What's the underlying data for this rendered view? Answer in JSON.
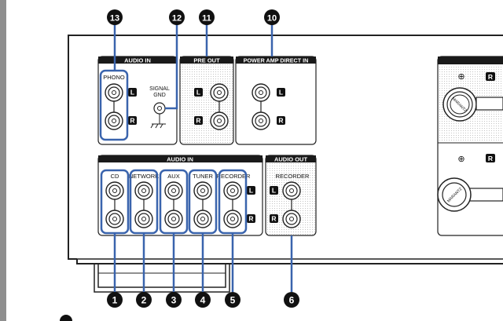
{
  "callouts": {
    "c1": "1",
    "c2": "2",
    "c3": "3",
    "c4": "4",
    "c5": "5",
    "c6": "6",
    "c10": "10",
    "c11": "11",
    "c12": "12",
    "c13": "13"
  },
  "sections": {
    "audio_in_phono_header": "AUDIO IN",
    "pre_out_header": "PRE OUT",
    "power_amp_header": "POWER AMP DIRECT IN",
    "audio_in_lower_header": "AUDIO IN",
    "audio_out_header": "AUDIO OUT"
  },
  "labels": {
    "phono": "PHONO",
    "signal_gnd_1": "SIGNAL",
    "signal_gnd_2": "GND",
    "cd": "CD",
    "network": "NETWORK",
    "aux": "AUX",
    "tuner": "TUNER",
    "recorder_in": "RECORDER",
    "recorder_out": "RECORDER",
    "left": "L",
    "right": "R",
    "plus": "⊕",
    "speaker_r": "R",
    "brand": "MARANTZ"
  },
  "colors": {
    "callout_blue": "#3a64ad",
    "panel_dark": "#1a1a1a",
    "header_bg": "#1a1a1a",
    "header_text": "#ffffff"
  }
}
